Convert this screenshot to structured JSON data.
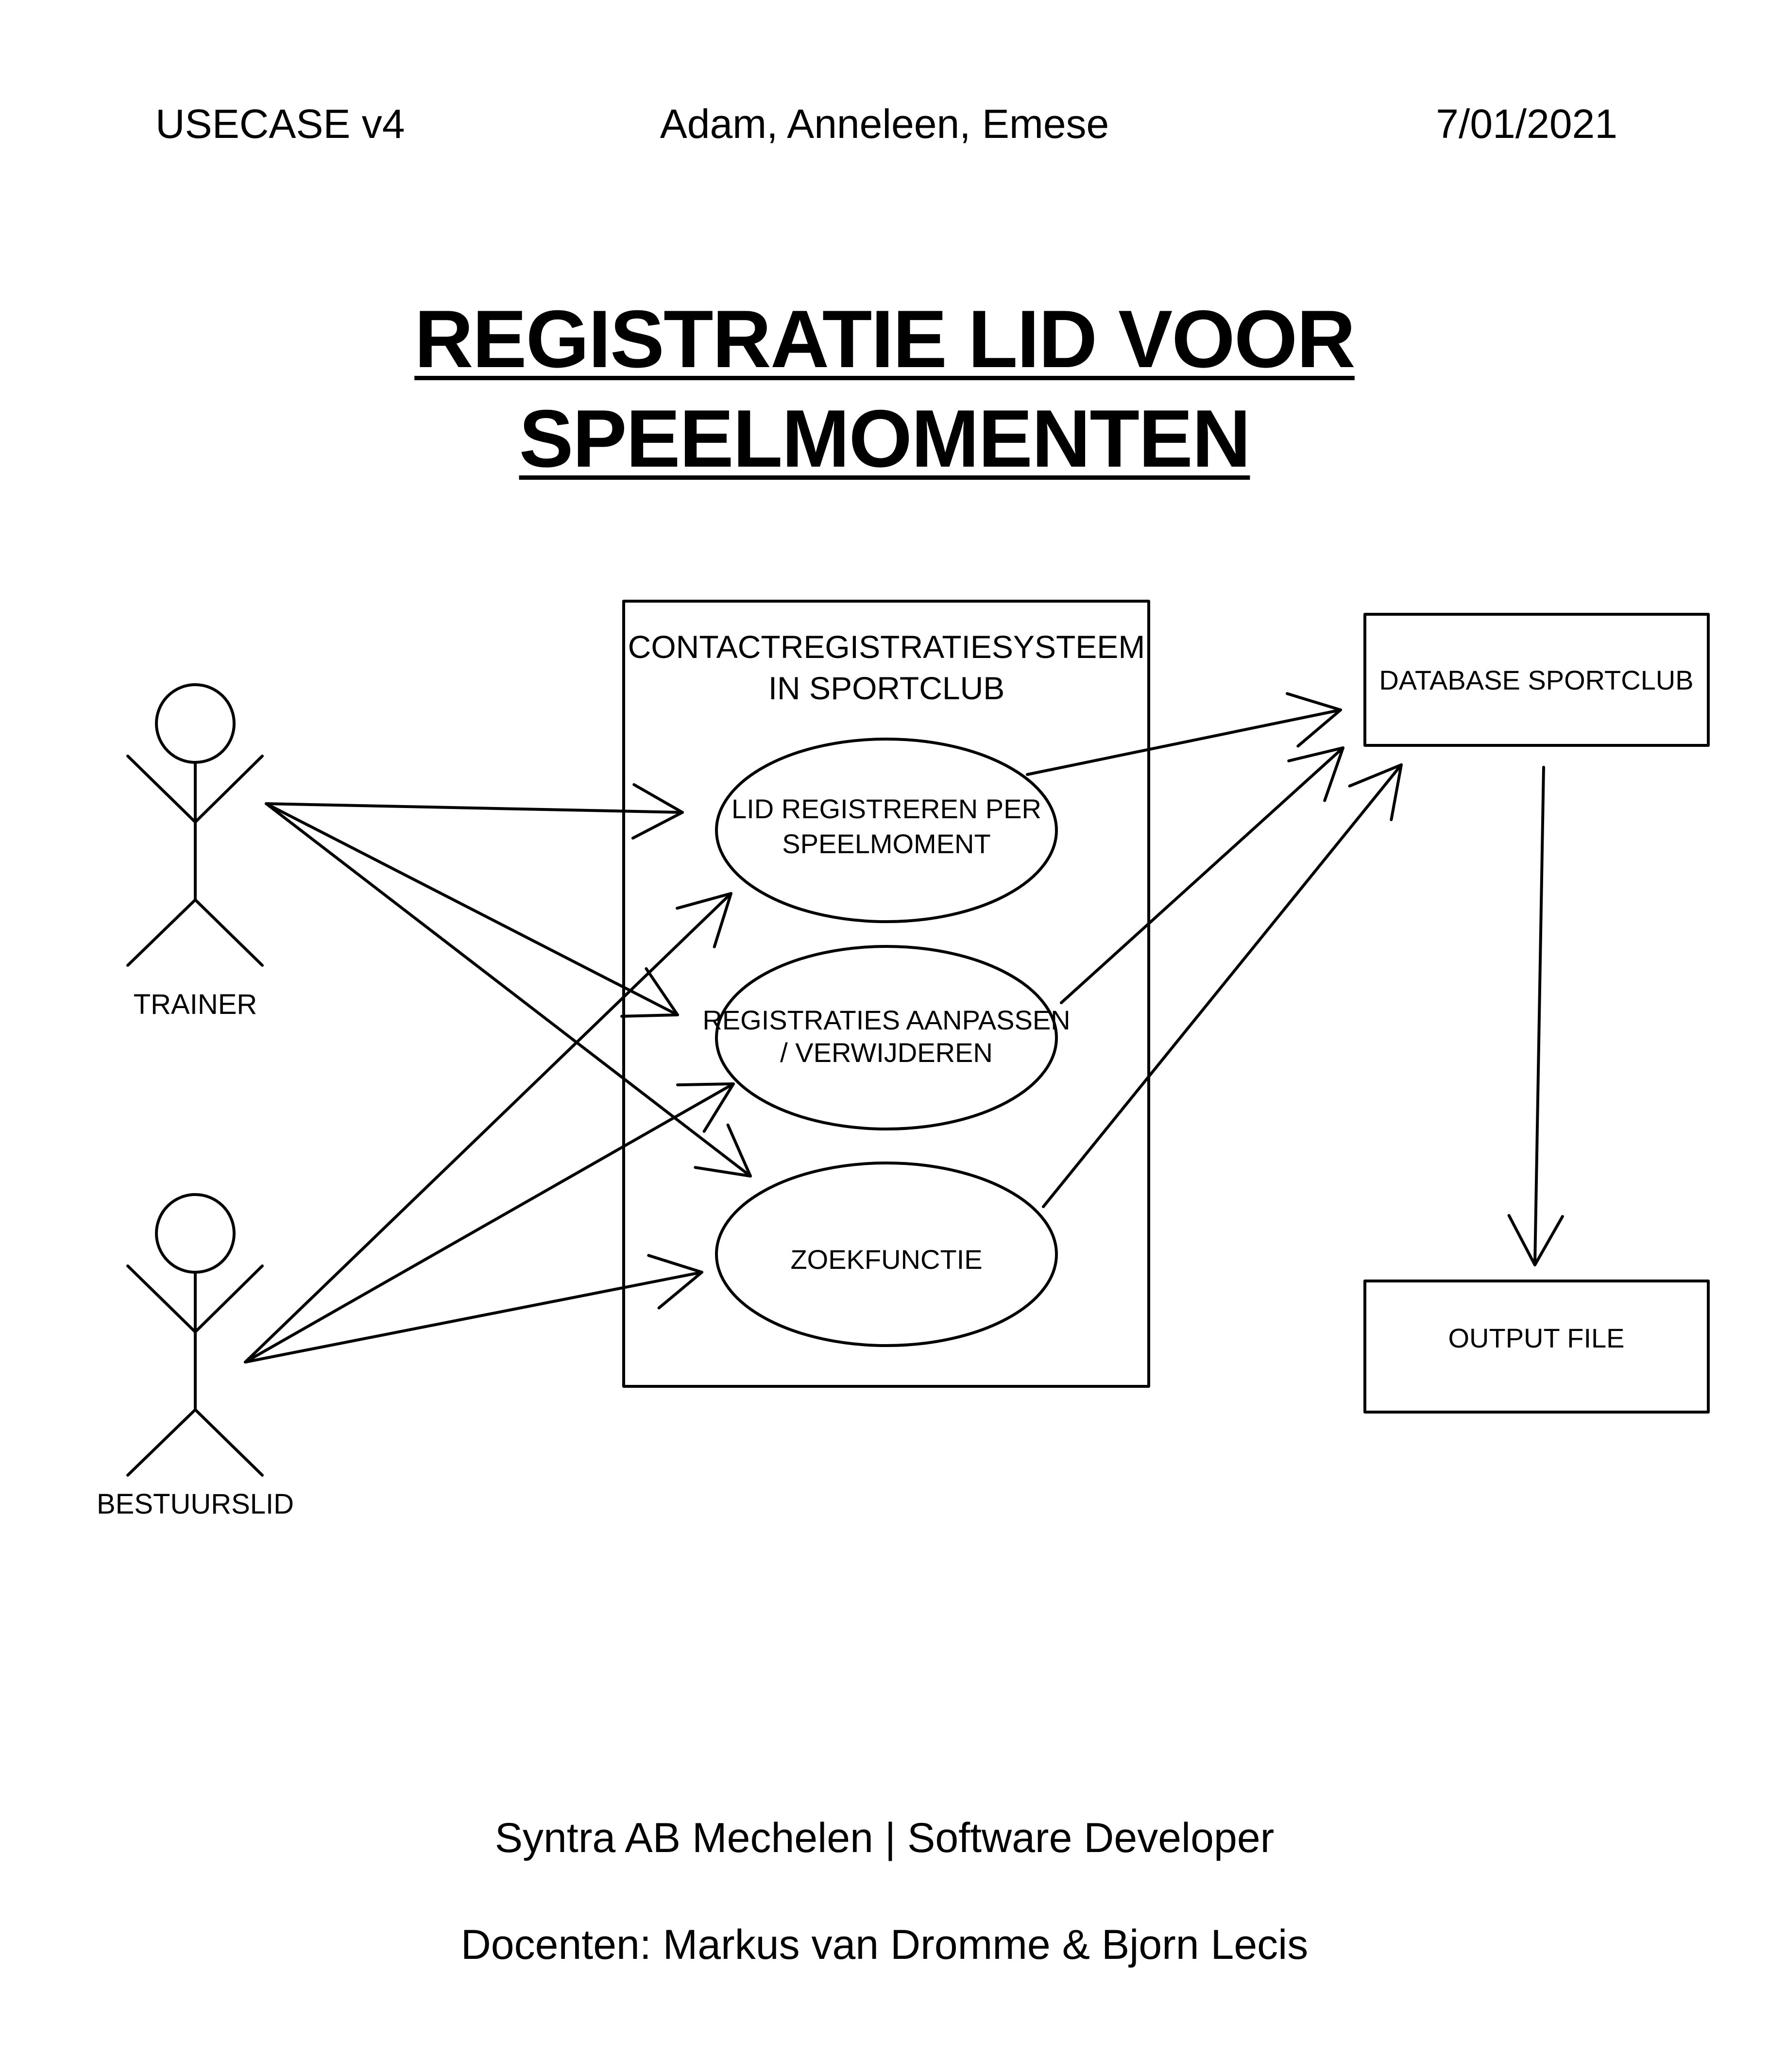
{
  "header": {
    "left": "USECASE v4",
    "center": "Adam, Anneleen, Emese",
    "right": "7/01/2021"
  },
  "title": {
    "line1": "REGISTRATIE LID VOOR",
    "line2": "SPEELMOMENTEN"
  },
  "diagram": {
    "system": {
      "label_line1": "CONTACTREGISTRATIESYSTEEM",
      "label_line2": "IN SPORTCLUB"
    },
    "actors": {
      "trainer": "TRAINER",
      "bestuurslid": "BESTUURSLID"
    },
    "usecases": {
      "registreren_line1": "LID REGISTREREN PER",
      "registreren_line2": "SPEELMOMENT",
      "aanpassen_line1": "REGISTRATIES AANPASSEN",
      "aanpassen_line2": "/ VERWIJDEREN",
      "zoek": "ZOEKFUNCTIE"
    },
    "database": "DATABASE SPORTCLUB",
    "output": "OUTPUT FILE"
  },
  "footer": {
    "line1": "Syntra AB Mechelen | Software Developer",
    "line2": "Docenten: Markus van Dromme & Bjorn Lecis"
  }
}
